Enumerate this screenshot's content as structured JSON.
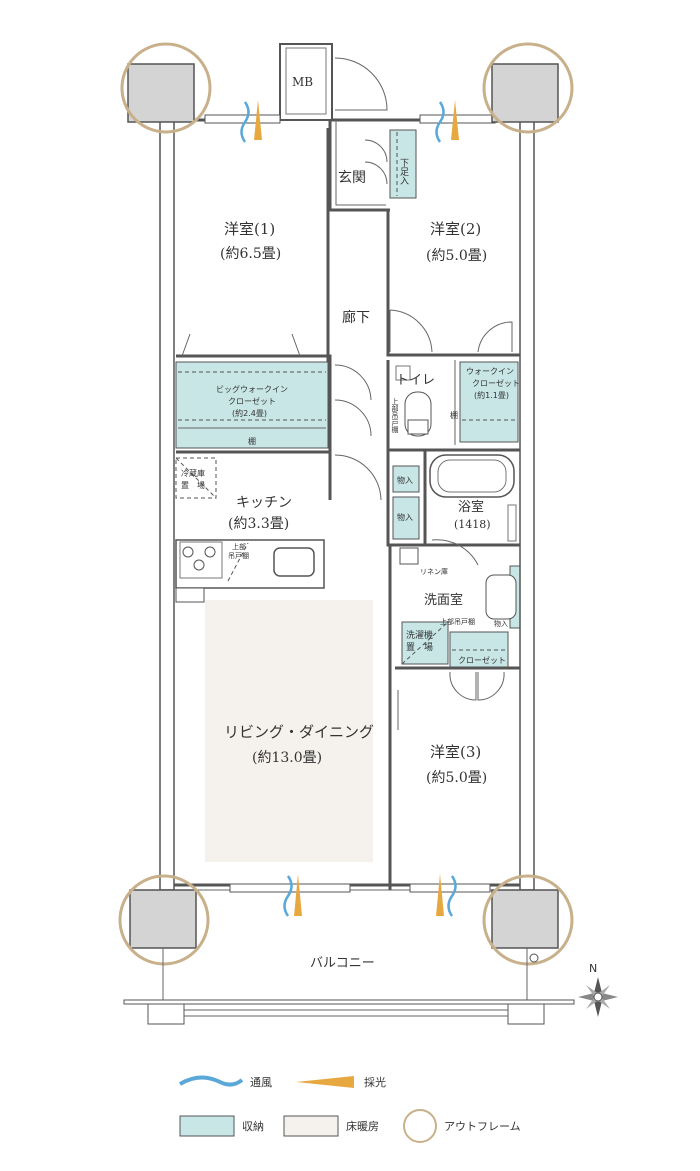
{
  "rooms": {
    "western1_name": "洋室(1)",
    "western1_size": "(約6.5畳)",
    "western2_name": "洋室(2)",
    "western2_size": "(約5.0畳)",
    "western3_name": "洋室(3)",
    "western3_size": "(約5.0畳)",
    "entrance": "玄関",
    "hallway": "廊下",
    "toilet": "トイレ",
    "kitchen_name": "キッチン",
    "kitchen_size": "(約3.3畳)",
    "bath_name": "浴室",
    "bath_size": "(1418)",
    "washroom": "洗面室",
    "living_name": "リビング・ダイニング",
    "living_size": "(約13.0畳)",
    "balcony": "バルコニー",
    "mb": "MB"
  },
  "storage": {
    "shoe_box": "下足入",
    "big_wic_line1": "ビッグウォークイン",
    "big_wic_line2": "クローゼット",
    "big_wic_size": "(約2.4畳)",
    "shelf": "棚",
    "wic_line1": "ウォークイン",
    "wic_line2": "クローゼット",
    "wic_size": "(約1.1畳)",
    "fridge_line1": "冷蔵庫",
    "fridge_line2": "置　場",
    "upper_cabinet_line1": "上部",
    "upper_cabinet_line2": "吊戸棚",
    "storage_small": "物入",
    "toilet_upper_cabinet": "上部吊戸棚",
    "linen": "リネン庫",
    "washroom_upper_cabinet": "上部吊戸棚",
    "washer_line1": "洗濯機",
    "washer_line2": "置　場",
    "closet": "クローゼット"
  },
  "compass": {
    "north": "N"
  },
  "legend": {
    "ventilation": "通風",
    "daylight": "採光",
    "storage": "収納",
    "floor_heating": "床暖房",
    "outframe": "アウトフレーム"
  },
  "colors": {
    "storage": "#c8e6e6",
    "floor_heating": "#f5f2ee",
    "outframe": "#c8b08a",
    "ventilation": "#5aa8d8",
    "daylight": "#e8a840",
    "column": "#d4d4d4"
  }
}
